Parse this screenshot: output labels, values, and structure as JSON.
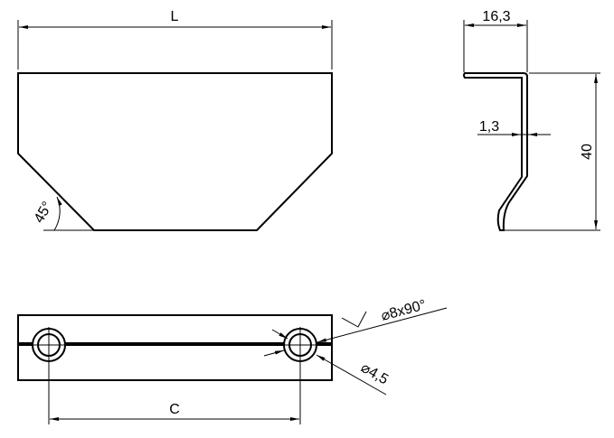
{
  "drawing": {
    "front_view": {
      "length_label": "L",
      "angle_label": "45°"
    },
    "side_view": {
      "width_label": "16,3",
      "thickness_label": "1,3",
      "height_label": "40"
    },
    "bottom_view": {
      "spacing_label": "C",
      "countersink_label": "⌀8x90°",
      "hole_label": "⌀4,5"
    }
  },
  "colors": {
    "line": "#000000",
    "background": "#ffffff"
  }
}
